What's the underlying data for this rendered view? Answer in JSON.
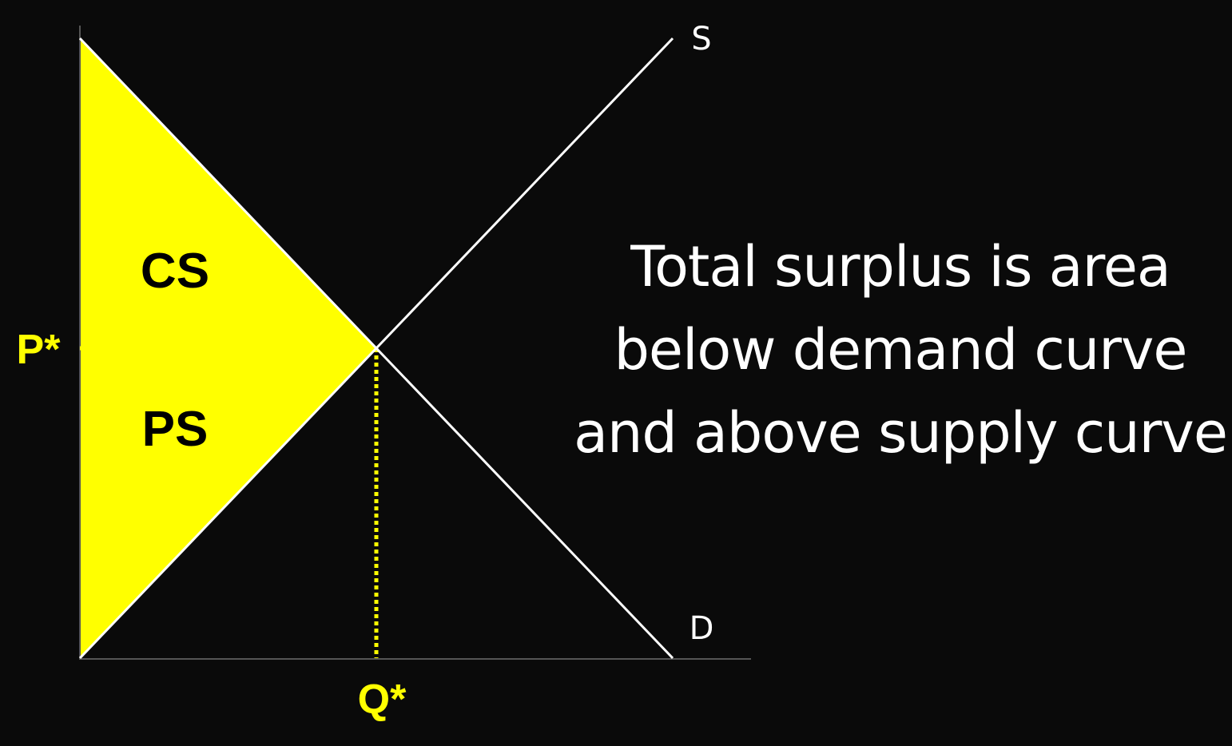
{
  "labels": {
    "supply_curve": "S",
    "demand_curve": "D",
    "equilibrium_price": "P*",
    "equilibrium_quantity": "Q*",
    "consumer_surplus": "CS",
    "producer_surplus": "PS"
  },
  "caption": {
    "line1": "Total surplus is area",
    "line2": "below demand curve",
    "line3": "and above supply curve"
  },
  "colors": {
    "background": "#0a0a0a",
    "surplus_fill": "#ffff00",
    "curve_stroke": "#ffffff",
    "equilibrium_guides": "#ffff00",
    "axis": "#555555",
    "caption_text": "#ffffff",
    "region_label_text": "#000000"
  }
}
